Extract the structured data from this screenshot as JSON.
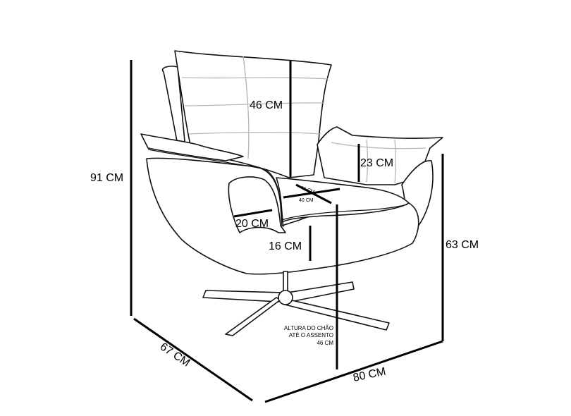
{
  "dimensions": {
    "total_height": "91 CM",
    "backrest_height": "46 CM",
    "backrest_cushion": "23 CM",
    "arm_width": "20 CM",
    "arm_height": "16 CM",
    "seat_depth": "46 CM",
    "seat_width": "40 CM",
    "arm_total_height": "63 CM",
    "depth": "67 CM",
    "width": "80 CM"
  },
  "floor_note": {
    "line1": "ALTURA DO CHÃO",
    "line2": "ATÉ O ASSENTO",
    "line3": "46 CM"
  }
}
